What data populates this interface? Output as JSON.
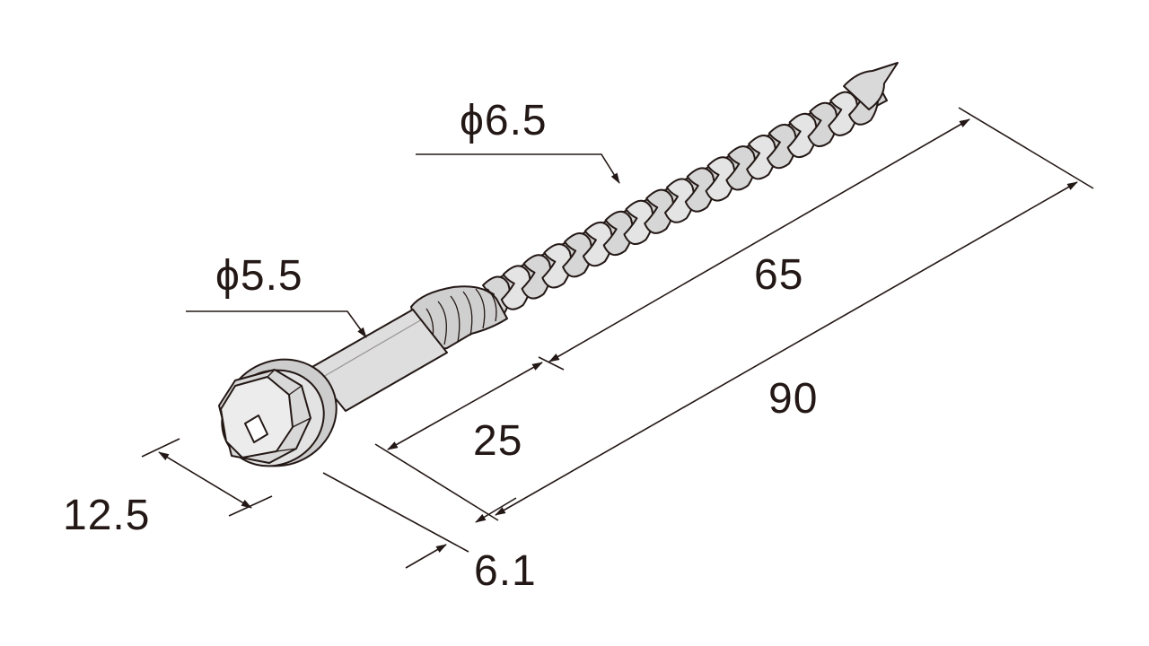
{
  "diagram": {
    "labels": {
      "thread_diameter": "ϕ6.5",
      "shank_diameter": "ϕ5.5",
      "thread_length": "65",
      "total_length": "90",
      "shank_length": "25",
      "head_width": "12.5",
      "head_height": "6.1"
    },
    "colors": {
      "ink": "#231815",
      "metal_light": "#e2e2e2",
      "metal_mid": "#cfcfcf",
      "metal_dark": "#b3b3b3"
    }
  }
}
